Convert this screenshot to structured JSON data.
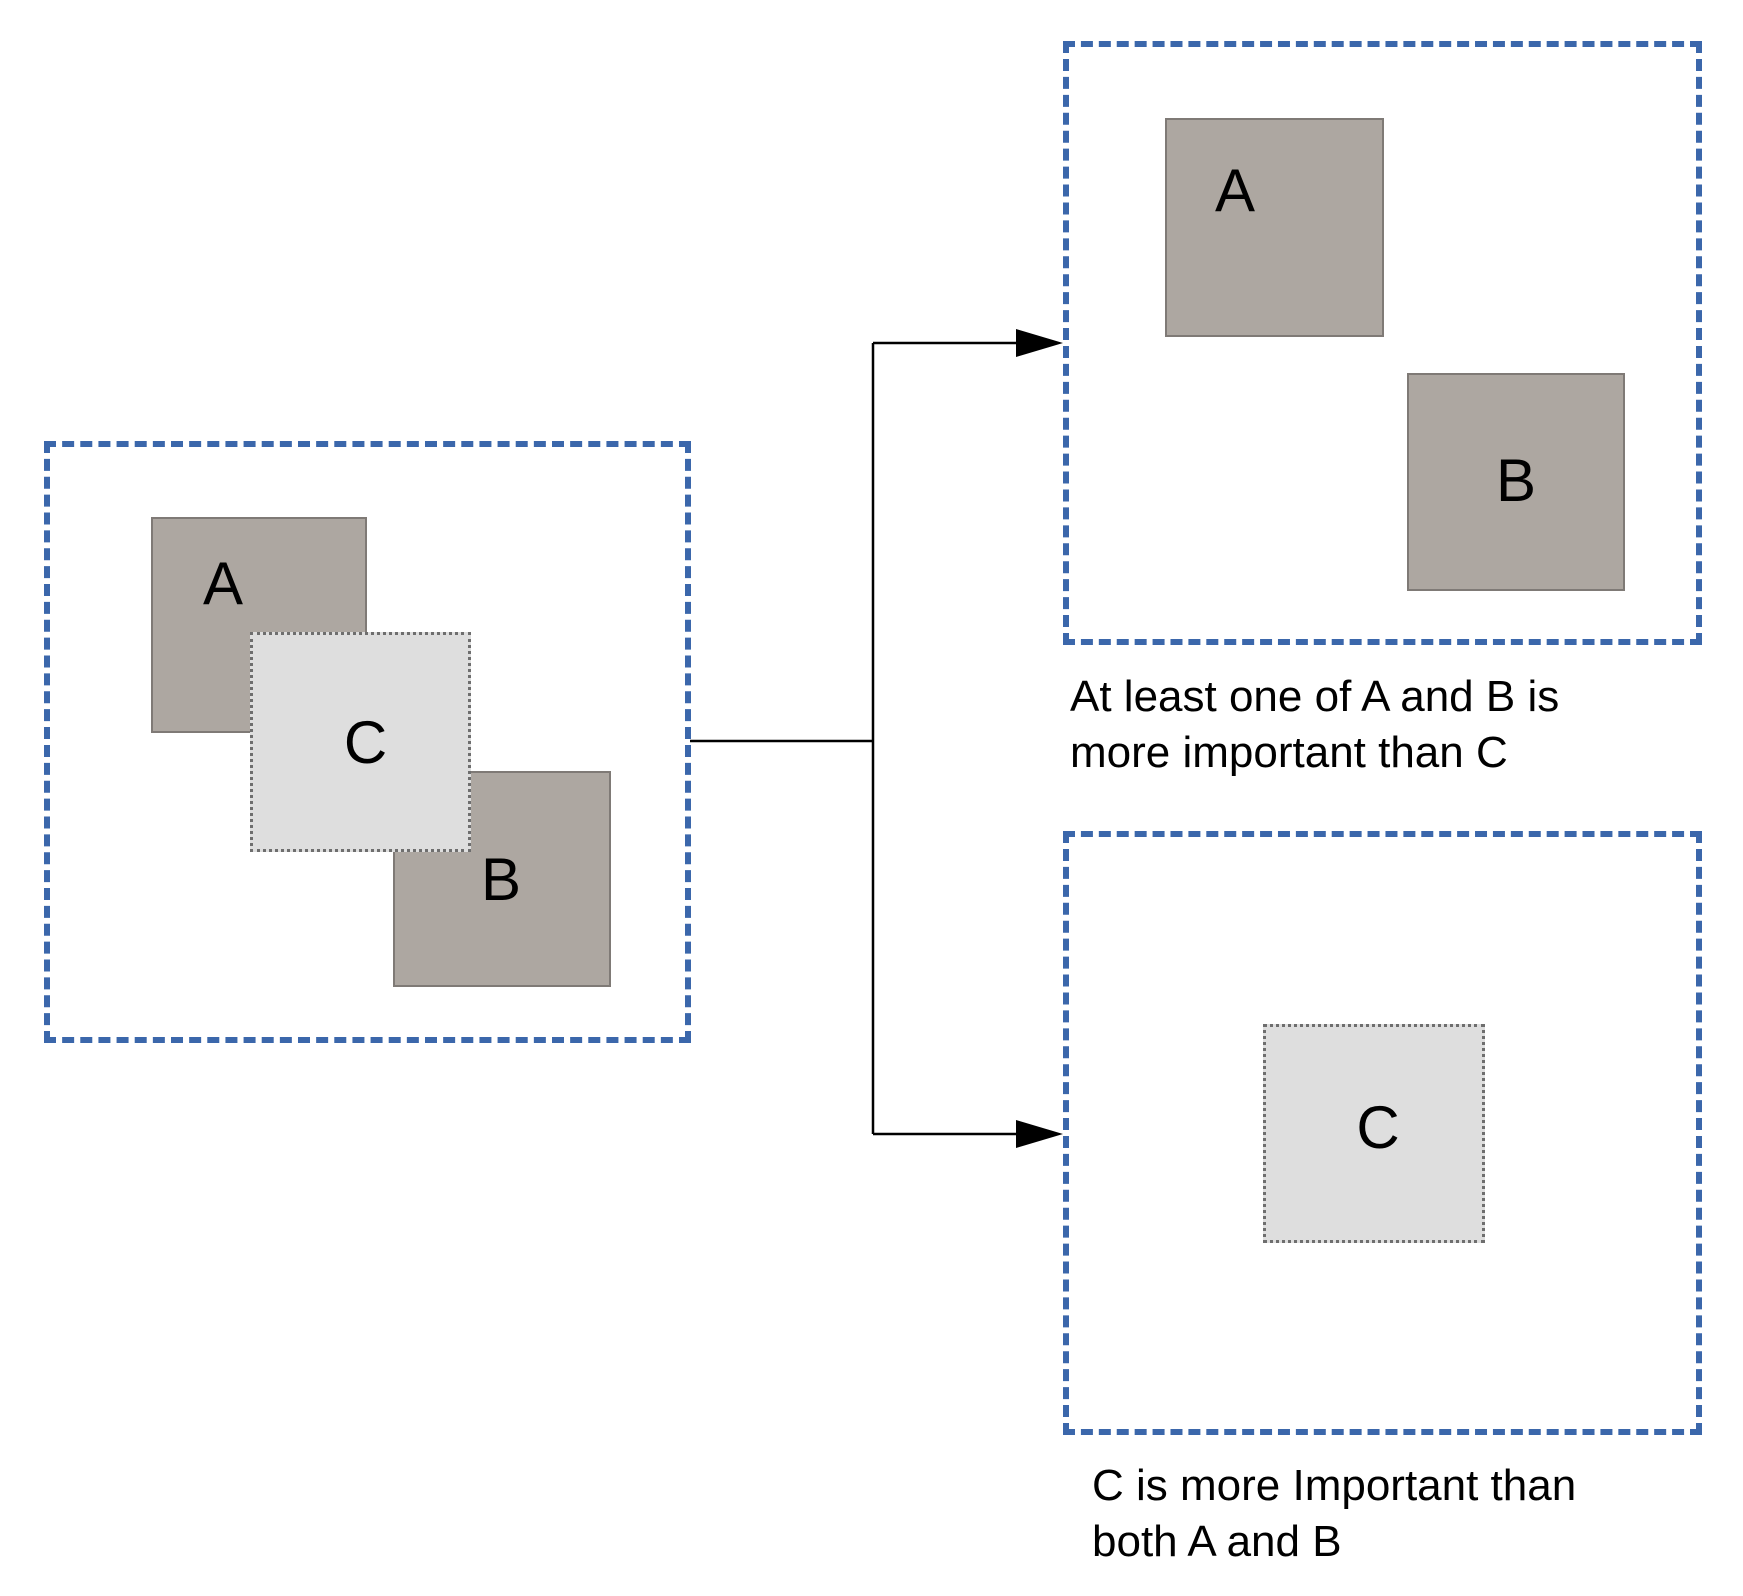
{
  "colors": {
    "frame_border": "#3b67ab",
    "block_fill": "#ada7a1",
    "block_highlight_fill": "#dedede",
    "connector": "#000000"
  },
  "source": {
    "a": "A",
    "c": "C",
    "b": "B"
  },
  "outcome_top": {
    "a": "A",
    "b": "B",
    "caption_line1": "At least one of A and B is",
    "caption_line2": "more important than C"
  },
  "outcome_bottom": {
    "c": "C",
    "caption_line1": "C is more Important than",
    "caption_line2": "both A and B"
  }
}
